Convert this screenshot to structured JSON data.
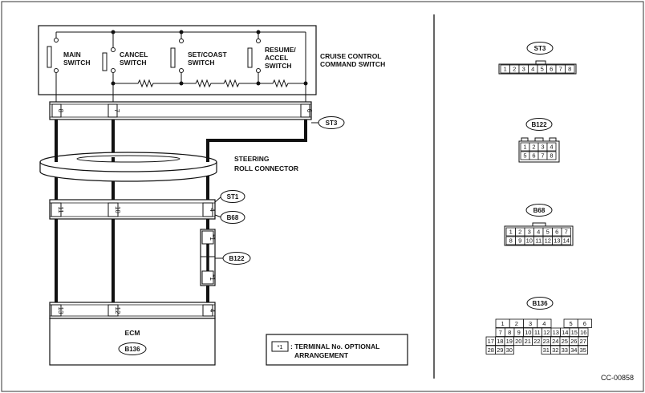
{
  "switch": {
    "main": [
      "MAIN",
      "SWITCH"
    ],
    "cancel": [
      "CANCEL",
      "SWITCH"
    ],
    "setcoast": [
      "SET/COAST",
      "SWITCH"
    ],
    "resume": [
      "RESUME/",
      "ACCEL",
      "SWITCH"
    ],
    "title": [
      "CRUISE CONTROL",
      "COMMAND SWITCH"
    ]
  },
  "connectors": {
    "st3": {
      "label": "ST3",
      "pins": [
        "8",
        "7",
        "6"
      ],
      "face": [
        "1",
        "2",
        "3",
        "4",
        "5",
        "6",
        "7",
        "8"
      ]
    },
    "roll": {
      "label": [
        "STEERING",
        "ROLL CONNECTOR"
      ]
    },
    "st1": {
      "label": "ST1",
      "pins": [
        "11",
        "10",
        "4"
      ]
    },
    "b68": {
      "label": "B68",
      "pin": "*1",
      "face_row1": [
        "1",
        "2",
        "3",
        "4",
        "5",
        "6",
        "7"
      ],
      "face_row2": [
        "8",
        "9",
        "10",
        "11",
        "12",
        "13",
        "14"
      ]
    },
    "b122": {
      "label": "B122",
      "pin": "*1",
      "face_row1": [
        "1",
        "2",
        "3",
        "4"
      ],
      "face_row2": [
        "5",
        "6",
        "7",
        "8"
      ]
    },
    "ecm": {
      "label": "ECM",
      "code": "B136",
      "pins": [
        "13",
        "12",
        "4"
      ]
    },
    "b136": {
      "label": "B136",
      "row1": [
        "1",
        "2",
        "3",
        "4",
        "5",
        "6"
      ],
      "row2": [
        "7",
        "8",
        "9",
        "10",
        "11",
        "12",
        "13",
        "14",
        "15",
        "16"
      ],
      "row3": [
        "17",
        "18",
        "19",
        "20",
        "21",
        "22",
        "23",
        "24",
        "25",
        "26",
        "27"
      ],
      "row4a": [
        "28",
        "29",
        "30"
      ],
      "row4b": [
        "31",
        "32",
        "33",
        "34",
        "35"
      ]
    }
  },
  "legend": {
    "marker": "*1",
    "text": [
      ": TERMINAL No. OPTIONAL",
      "ARRANGEMENT"
    ]
  },
  "code": "CC-00858"
}
